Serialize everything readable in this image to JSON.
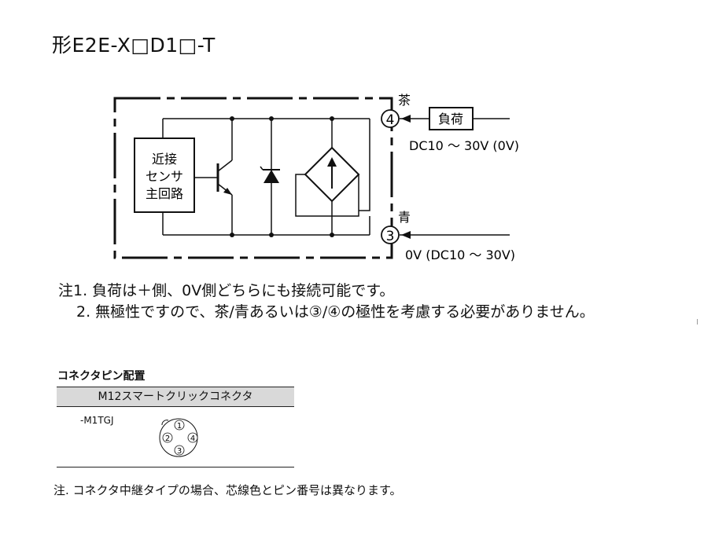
{
  "title": "形E2E-X□D1□-T",
  "circuit": {
    "sensor_block": [
      "近接",
      "センサ",
      "主回路"
    ],
    "terminal_top": {
      "number": "4",
      "wire_color": "茶"
    },
    "terminal_bottom": {
      "number": "3",
      "wire_color": "青"
    },
    "load_label": "負荷",
    "voltage_top": "DC10 ～ 30V (0V)",
    "voltage_bottom": "0V (DC10 ～ 30V)"
  },
  "notes": [
    "注1. 負荷は＋側、0V側どちらにも接続可能です。",
    "2. 無極性ですので、茶/青あるいは③/④の極性を考慮する必要がありません。"
  ],
  "connector": {
    "heading": "コネクタピン配置",
    "type": "M12スマートクリックコネクタ",
    "model": "-M1TGJ",
    "pins": [
      "1",
      "2",
      "3",
      "4"
    ]
  },
  "footnote": "注. コネクタ中継タイプの場合、芯線色とピン番号は異なります。"
}
